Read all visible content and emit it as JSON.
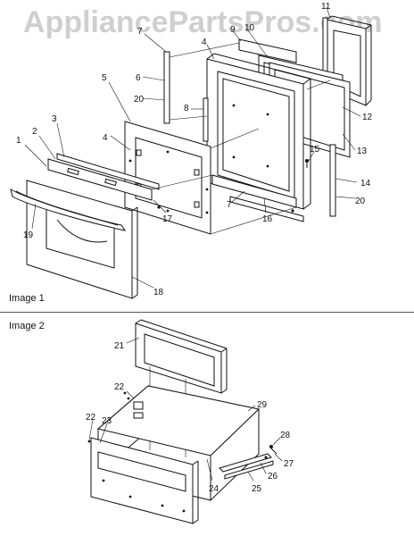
{
  "watermark": "AppliancePartsPros.com",
  "image1_label": "Image 1",
  "image2_label": "Image 2",
  "callouts_image1": [
    "1",
    "2",
    "3",
    "4",
    "5",
    "6",
    "7",
    "8",
    "9",
    "10",
    "11",
    "12",
    "13",
    "14",
    "15",
    "16",
    "17",
    "18",
    "19",
    "20"
  ],
  "callouts_image2": [
    "21",
    "22",
    "23",
    "24",
    "25",
    "26",
    "27",
    "28",
    "29"
  ]
}
